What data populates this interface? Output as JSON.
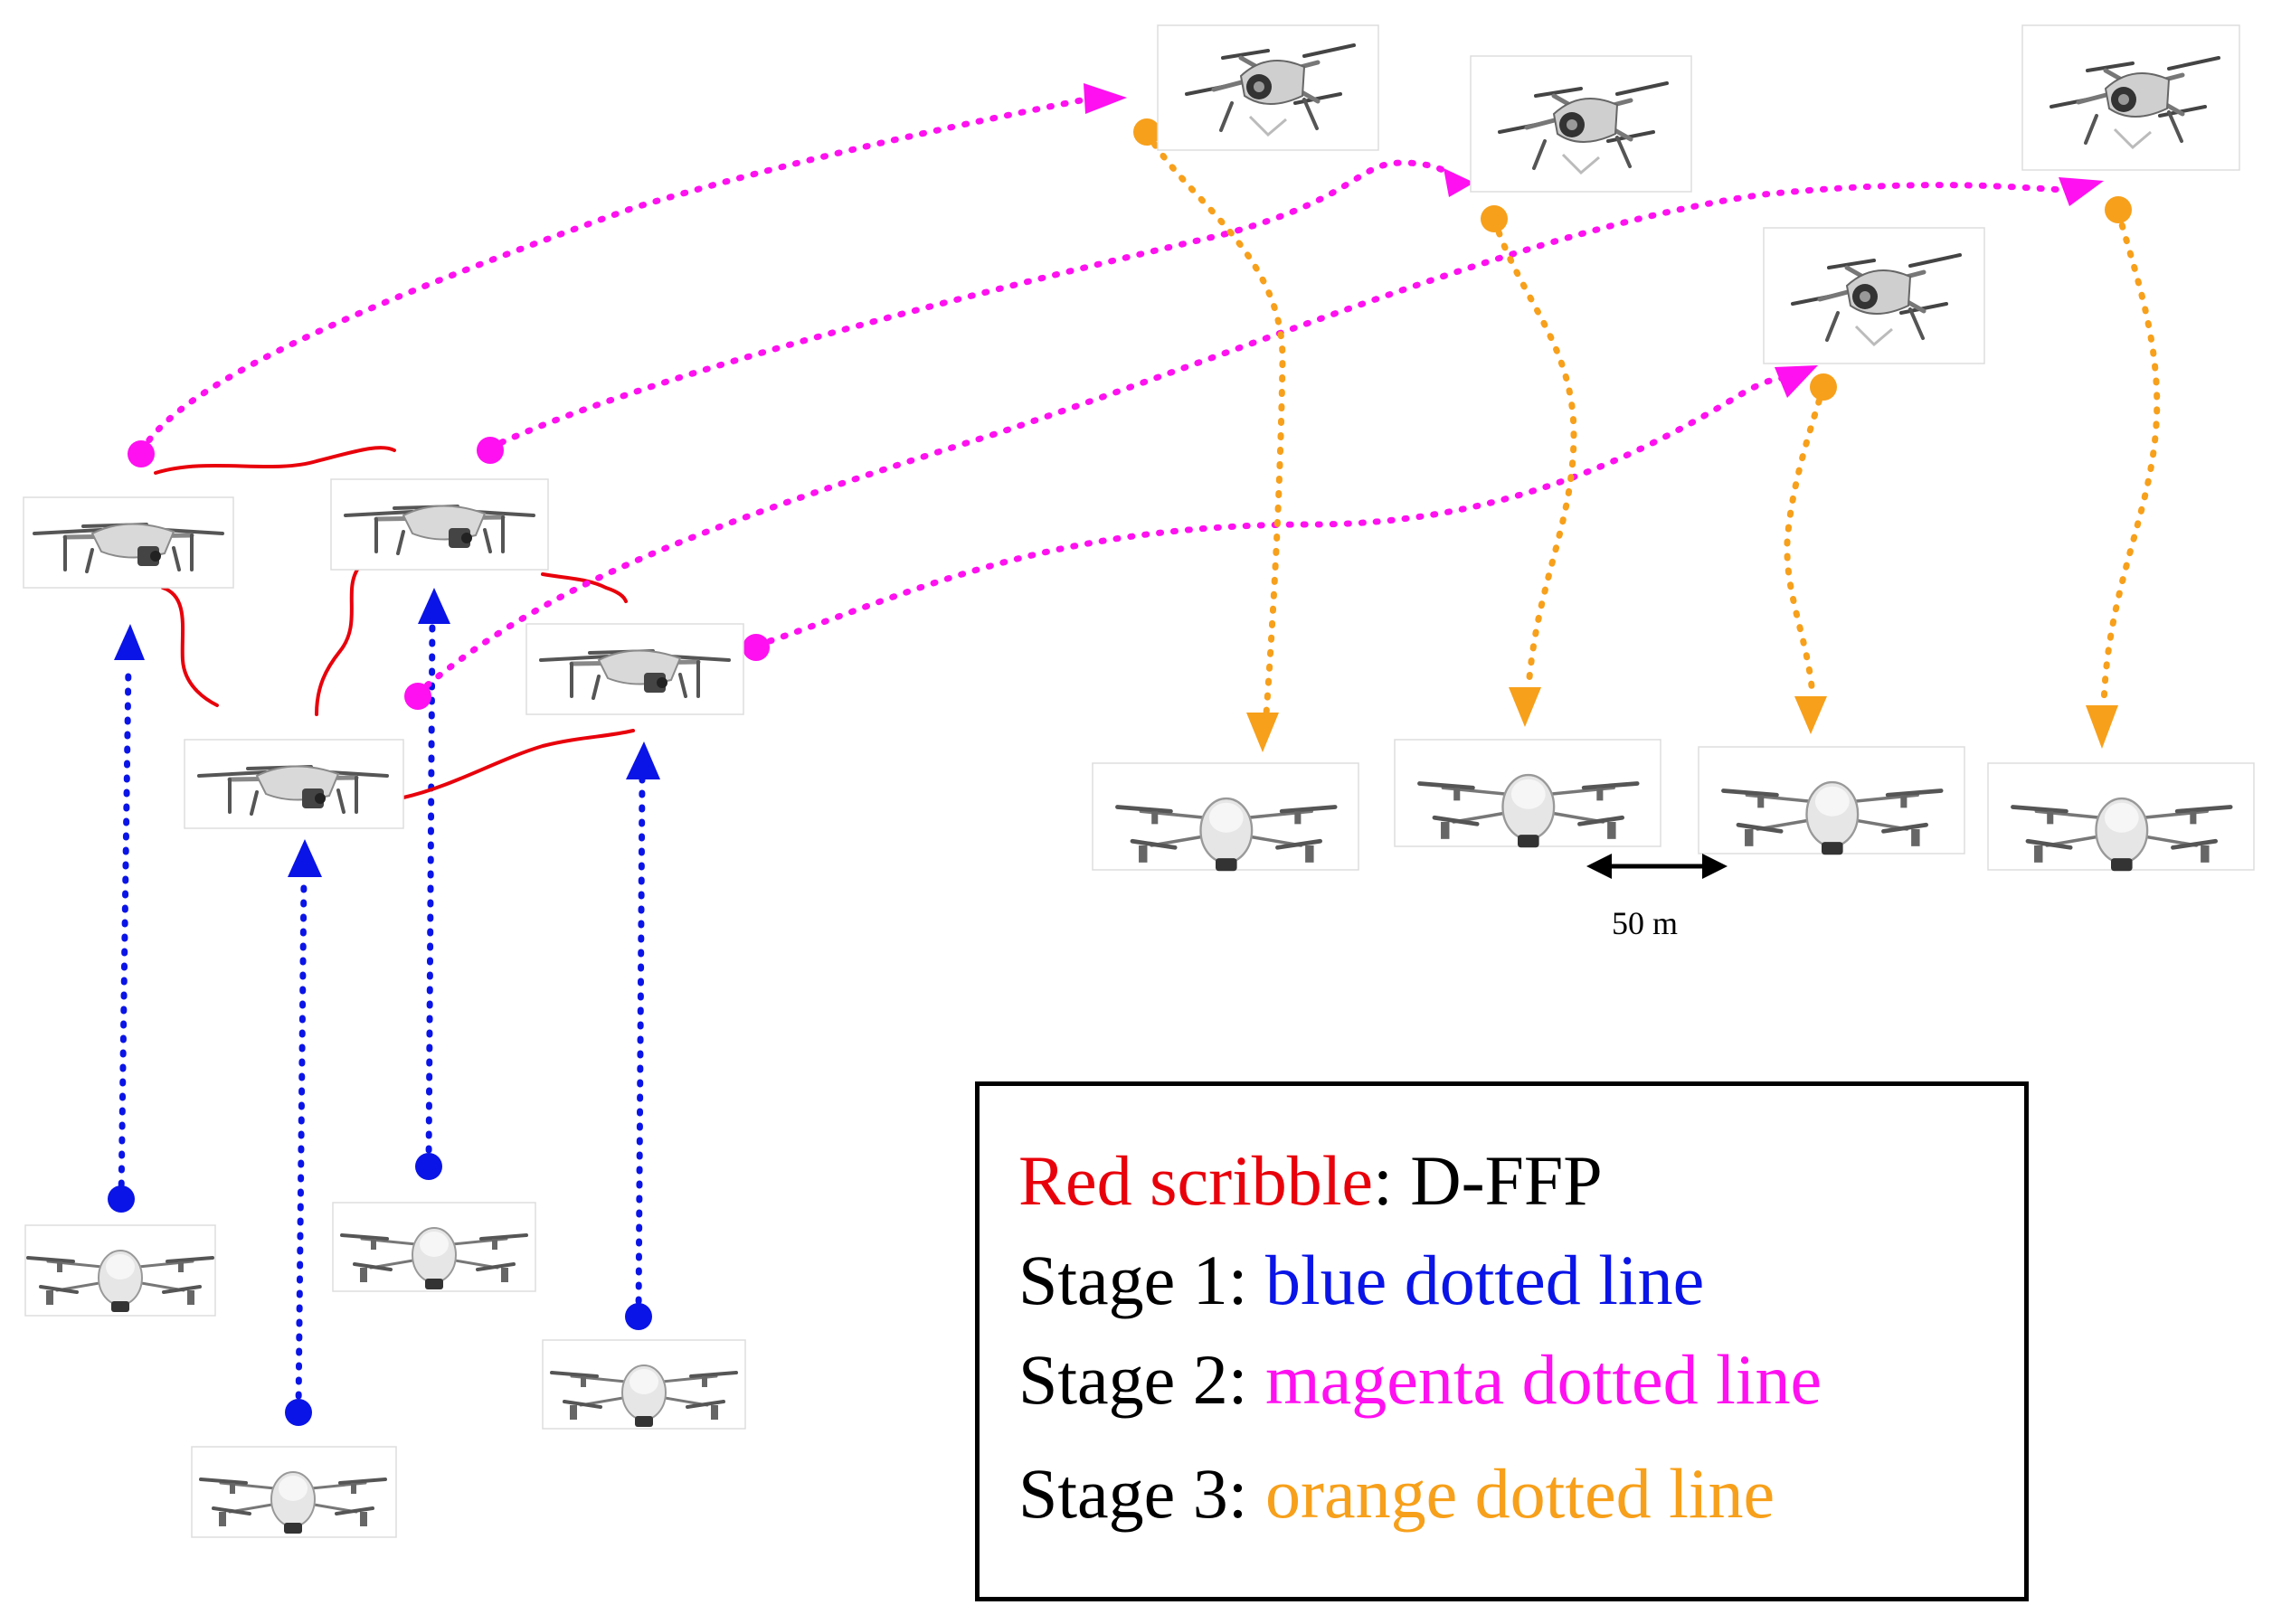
{
  "scale": {
    "label": "50 m"
  },
  "legend": {
    "line1": {
      "color_label": "Red scribble",
      "rest": ": D-FFP"
    },
    "line2": {
      "prefix": "Stage 1: ",
      "color_label": "blue dotted line"
    },
    "line3": {
      "prefix": "Stage 2: ",
      "color_label": "magenta dotted line"
    },
    "line4": {
      "prefix": "Stage 3: ",
      "color_label": "orange dotted line"
    }
  },
  "colors": {
    "red": "#e8000b",
    "blue": "#0a14e6",
    "magenta": "#ff10f0",
    "orange": "#f7a01b",
    "black": "#000000"
  },
  "icons": {
    "drone_front": "drone-front-view-icon",
    "drone_side": "drone-side-view-icon",
    "drone_perspective": "drone-perspective-icon"
  }
}
